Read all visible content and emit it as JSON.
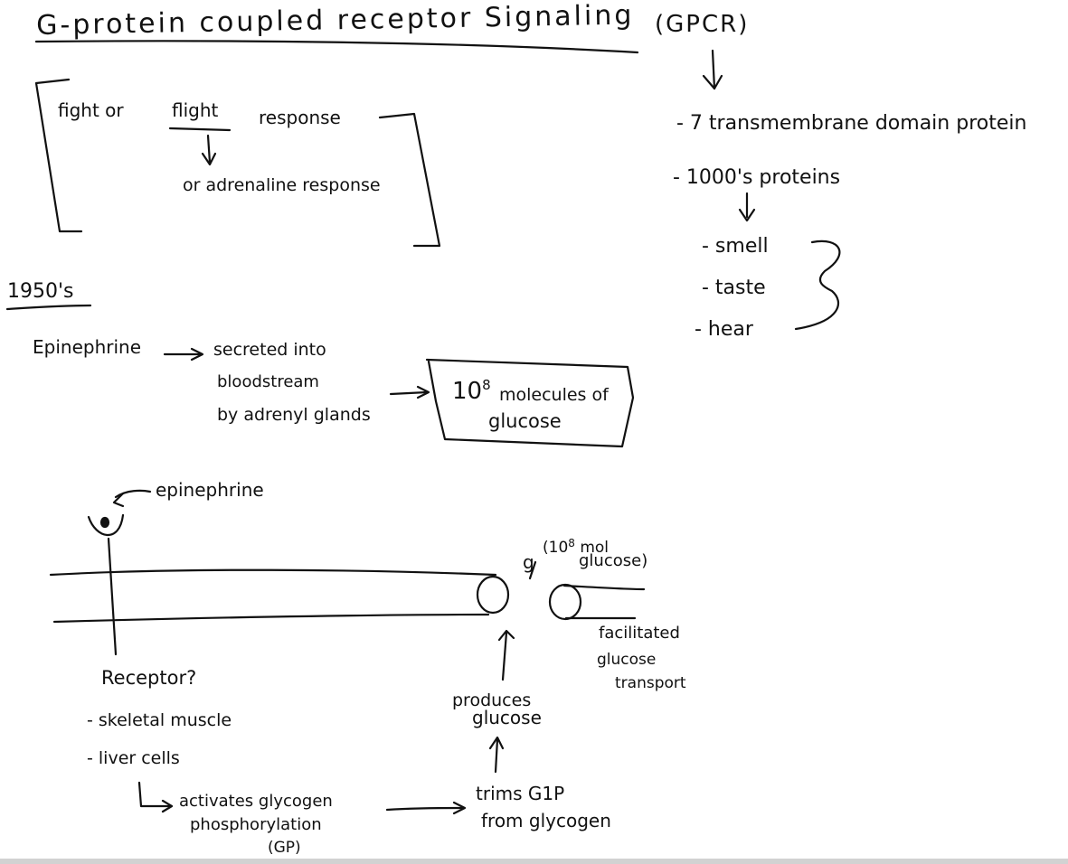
{
  "notes": {
    "title": "G-protein coupled receptor Signaling",
    "title_abbrev": "(GPCR)",
    "gpcr_points": {
      "domain": "- 7 transmembrane domain protein",
      "count": "- 1000's proteins",
      "senses": [
        "- smell",
        "- taste",
        "- hear"
      ]
    },
    "fight_box": {
      "line1_prefix": "fight or",
      "line1_flight": "flight",
      "line1_suffix": "response",
      "line2": "or adrenaline response"
    },
    "era": "1950's",
    "epinephrine_flow": {
      "start": "Epinephrine",
      "secreted_line1": "secreted into",
      "secreted_line2": "bloodstream",
      "secreted_line3": "by adrenyl glands",
      "result_base": "10",
      "result_exp": "8",
      "result_line1_rest": "molecules of",
      "result_line2": "glucose"
    },
    "diagram": {
      "ligand_label": "epinephrine",
      "receptor_label": "Receptor?",
      "receptor_sites": [
        "- skeletal muscle",
        "- liver cells"
      ],
      "activates_line1": "activates glycogen",
      "activates_line2": "phosphorylation",
      "activates_line3": "(GP)",
      "trims_line1": "trims G1P",
      "trims_line2": "from glycogen",
      "produces_line1": "produces",
      "produces_line2": "glucose",
      "count_g": "g",
      "count_line1": "(10",
      "count_exp": "8",
      "count_line1_rest": "mol",
      "count_line2": "glucose)",
      "transport_line1": "facilitated",
      "transport_line2": "glucose",
      "transport_line3": "transport"
    }
  }
}
